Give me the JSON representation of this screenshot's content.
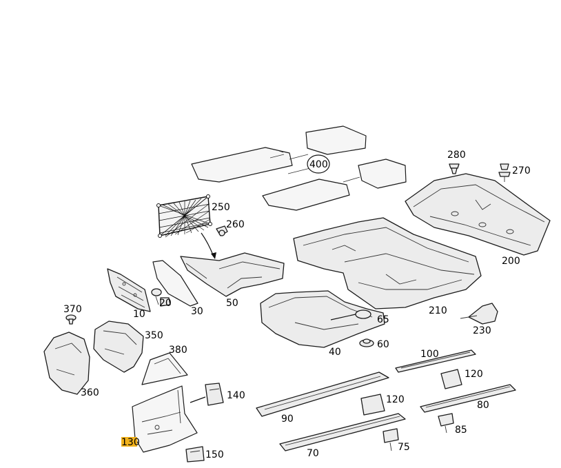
{
  "diagram": {
    "callouts": [
      {
        "id": "c10",
        "label": "10"
      },
      {
        "id": "c20",
        "label": "20"
      },
      {
        "id": "c30",
        "label": "30"
      },
      {
        "id": "c40",
        "label": "40"
      },
      {
        "id": "c50",
        "label": "50"
      },
      {
        "id": "c60",
        "label": "60"
      },
      {
        "id": "c65",
        "label": "65"
      },
      {
        "id": "c70",
        "label": "70"
      },
      {
        "id": "c75",
        "label": "75"
      },
      {
        "id": "c80",
        "label": "80"
      },
      {
        "id": "c85",
        "label": "85"
      },
      {
        "id": "c90",
        "label": "90"
      },
      {
        "id": "c100",
        "label": "100"
      },
      {
        "id": "c120a",
        "label": "120"
      },
      {
        "id": "c120b",
        "label": "120"
      },
      {
        "id": "c130",
        "label": "130"
      },
      {
        "id": "c140",
        "label": "140"
      },
      {
        "id": "c150",
        "label": "150"
      },
      {
        "id": "c200",
        "label": "200"
      },
      {
        "id": "c210",
        "label": "210"
      },
      {
        "id": "c230",
        "label": "230"
      },
      {
        "id": "c250",
        "label": "250"
      },
      {
        "id": "c260",
        "label": "260"
      },
      {
        "id": "c270",
        "label": "270"
      },
      {
        "id": "c280",
        "label": "280"
      },
      {
        "id": "c350",
        "label": "350"
      },
      {
        "id": "c360",
        "label": "360"
      },
      {
        "id": "c370",
        "label": "370"
      },
      {
        "id": "c380",
        "label": "380"
      },
      {
        "id": "c400",
        "label": "400"
      }
    ],
    "highlighted": "130",
    "colors": {
      "highlight": "#f2b21b",
      "line": "#1a1a1a",
      "fill": "#ececec"
    }
  }
}
